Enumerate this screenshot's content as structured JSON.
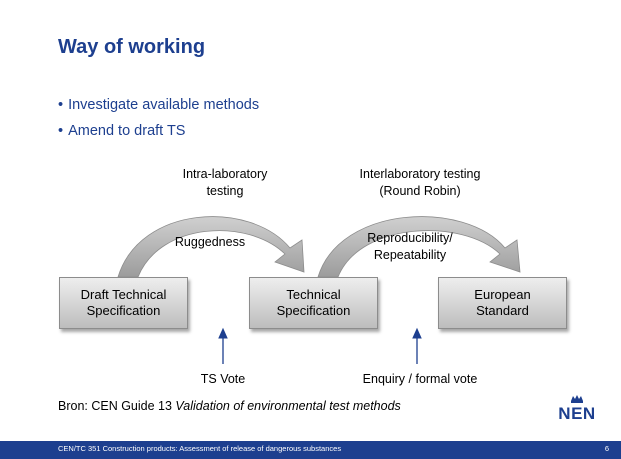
{
  "slide": {
    "title": "Way of working",
    "bullets": [
      "Investigate available methods",
      "Amend to draft TS"
    ]
  },
  "diagram": {
    "label_intra_line1": "Intra-laboratory",
    "label_intra_line2": "testing",
    "label_inter_line1": "Interlaboratory testing",
    "label_inter_line2": "(Round Robin)",
    "label_ruggedness": "Ruggedness",
    "label_repro_line1": "Reproducibility/",
    "label_repro_line2": "Repeatability",
    "box_draft_line1": "Draft Technical",
    "box_draft_line2": "Specification",
    "box_tech_line1": "Technical",
    "box_tech_line2": "Specification",
    "box_euro_line1": "European",
    "box_euro_line2": "Standard",
    "label_ts_vote": "TS Vote",
    "label_enquiry": "Enquiry / formal vote"
  },
  "source": {
    "prefix": "Bron: CEN Guide 13 ",
    "italic": "Validation of environmental test methods"
  },
  "logo": {
    "text": "NEN"
  },
  "footer": {
    "text": "CEN/TC 351 Construction products: Assessment of release of dangerous substances",
    "page": "6"
  },
  "colors": {
    "brand": "#1d3f8f",
    "box_top": "#eeeeee",
    "box_bottom": "#bdbdbd",
    "arrow": "#b4b4b4"
  }
}
